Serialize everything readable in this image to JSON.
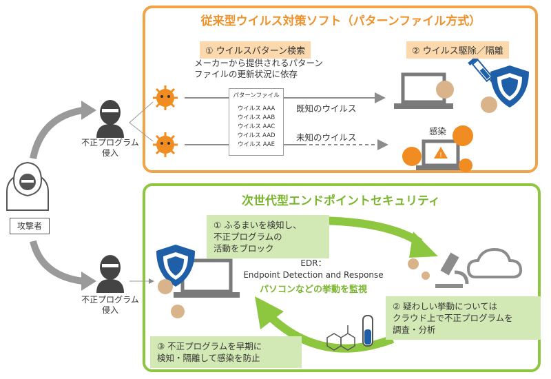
{
  "attacker": {
    "label": "攻撃者"
  },
  "intrusion": {
    "label_top": "不正プログラム\n侵入",
    "label_bottom": "不正プログラム\n侵入"
  },
  "top_section": {
    "title": "従来型ウイルス対策ソフト（パターンファイル方式）",
    "step1": "① ウイルスパターン検索",
    "step1_desc": "メーカーから提供されるパターン\nファイルの更新状況に依存",
    "step2": "② ウイルス駆除／隔離",
    "pattern_file": {
      "title": "パターンファイル",
      "entries": [
        "ウイルス AAA",
        "ウイルス AAB",
        "ウイルス AAC",
        "ウイルス AAD",
        "ウイルス AAE"
      ]
    },
    "known_virus": "既知のウイルス",
    "unknown_virus": "未知のウイルス",
    "infection": "感染"
  },
  "bottom_section": {
    "title": "次世代型エンドポイントセキュリティ",
    "step1": "① ふるまいを検知し、\n不正プログラムの\n活動をブロック",
    "edr_title": "EDR：",
    "edr_full": "Endpoint Detection and Response",
    "edr_desc": "パソコンなどの挙動を監視",
    "step2": "② 疑わしい挙動については\nクラウド上で不正プログラムを\n調査・分析",
    "step3": "③ 不正プログラムを早期に\n検知・隔離して感染を防止"
  },
  "colors": {
    "orange": "#f0a347",
    "green": "#8dc63f",
    "shield": "#1f5fa8",
    "gray": "#8c8c8c",
    "virus": "#f08c21"
  }
}
